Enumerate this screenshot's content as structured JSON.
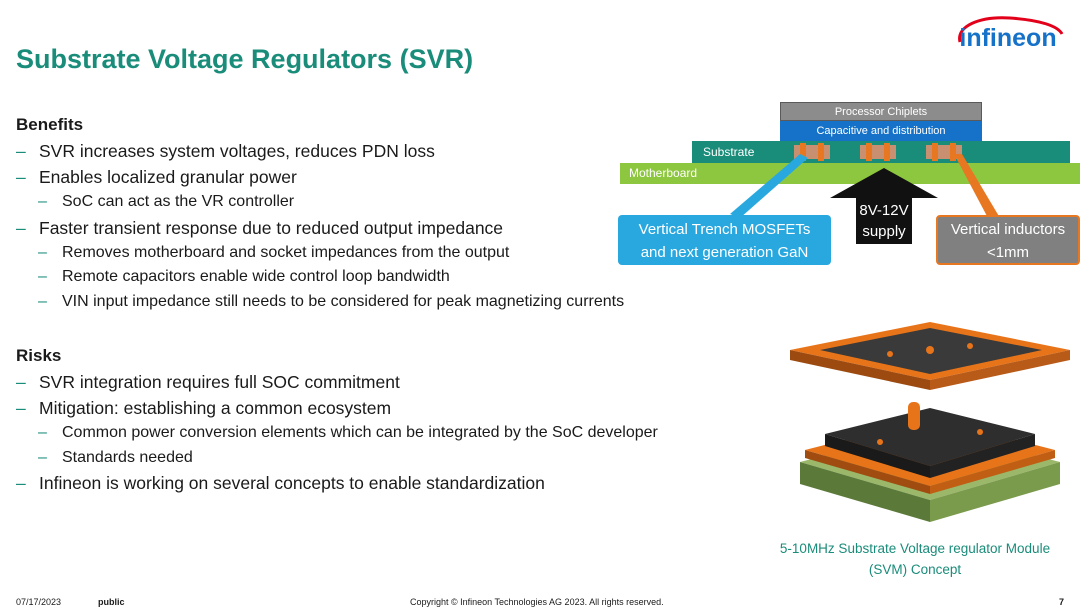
{
  "slide": {
    "title": "Substrate Voltage Regulators (SVR)",
    "logo_text": "infineon",
    "colors": {
      "title": "#1a8c7a",
      "dash": "#1a8c7a",
      "substrate": "#1a8c7a",
      "motherboard": "#8dc63f",
      "cap_dist": "#1572c8",
      "callout_blue": "#29a8e0",
      "callout_border": "#e87722"
    }
  },
  "benefits": {
    "heading": "Benefits",
    "items": [
      {
        "level": 1,
        "text": "SVR increases system voltages, reduces PDN loss"
      },
      {
        "level": 1,
        "text": "Enables localized granular power"
      },
      {
        "level": 2,
        "text": "SoC can act as the VR controller"
      },
      {
        "level": 1,
        "text": "Faster transient response due to reduced output impedance"
      },
      {
        "level": 2,
        "text": "Removes motherboard and socket impedances from the output"
      },
      {
        "level": 2,
        "text": "Remote capacitors enable wide control loop bandwidth"
      },
      {
        "level": 2,
        "text": "VIN input impedance still needs to be considered for peak magnetizing currents"
      }
    ]
  },
  "risks": {
    "heading": "Risks",
    "items": [
      {
        "level": 1,
        "text": "SVR integration requires full SOC commitment"
      },
      {
        "level": 1,
        "text": "Mitigation: establishing a common ecosystem"
      },
      {
        "level": 2,
        "text": "Common power conversion elements which can be integrated by the SoC developer"
      },
      {
        "level": 2,
        "text": "Standards needed"
      },
      {
        "level": 1,
        "text": "Infineon is working on several concepts to enable standardization"
      }
    ]
  },
  "diagram": {
    "processor_chiplets": "Processor Chiplets",
    "capacitive_distribution": "Capacitive and distribution",
    "substrate": "Substrate",
    "motherboard": "Motherboard",
    "callout_mosfets_line1": "Vertical Trench MOSFETs",
    "callout_mosfets_line2": "and next generation GaN",
    "supply_line1": "8V-12V",
    "supply_line2": "supply",
    "callout_inductors_line1": "Vertical inductors",
    "callout_inductors_line2": "<1mm"
  },
  "module": {
    "caption_line1": "5-10MHz Substrate Voltage regulator Module",
    "caption_line2": "(SVM) Concept"
  },
  "footer": {
    "date": "07/17/2023",
    "classification": "public",
    "copyright": "Copyright © Infineon Technologies AG 2023. All rights reserved.",
    "page": "7"
  }
}
